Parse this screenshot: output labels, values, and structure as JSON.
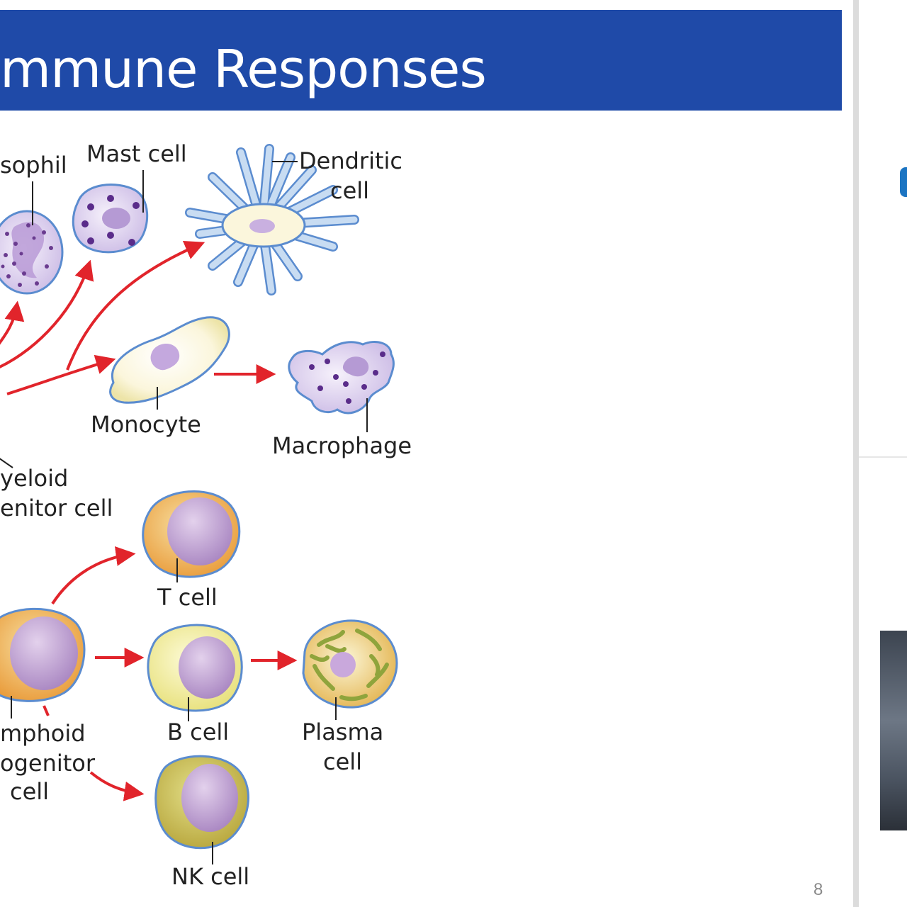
{
  "slide": {
    "title": "mmune Responses",
    "page_number": "8"
  },
  "labels": {
    "basophil": "sophil",
    "mast_cell": "Mast cell",
    "dendritic_1": "Dendritic",
    "dendritic_2": "cell",
    "monocyte": "Monocyte",
    "macrophage": "Macrophage",
    "myeloid_1": "yeloid",
    "myeloid_2": "enitor cell",
    "t_cell": "T cell",
    "b_cell": "B cell",
    "plasma_1": "Plasma",
    "plasma_2": "cell",
    "lymphoid_1": "mphoid",
    "lymphoid_2": "ogenitor",
    "lymphoid_3": "cell",
    "nk_cell": "NK cell"
  },
  "colors": {
    "title_bar": "#1f4aa8",
    "arrow": "#e1242b",
    "text": "#222222"
  }
}
